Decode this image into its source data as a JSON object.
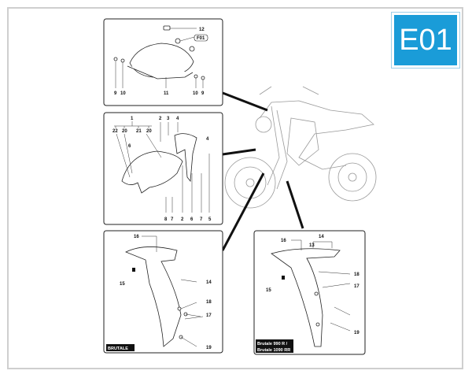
{
  "badge": {
    "code": "E01",
    "color": "#1a9cd8"
  },
  "panels": {
    "seat_cowl": {
      "labels": {
        "l12": "12",
        "f01": "F01",
        "l9a": "9",
        "l10a": "10",
        "l11": "11",
        "l10b": "10",
        "l9b": "9"
      }
    },
    "front_fender": {
      "labels": {
        "l1": "1",
        "l22": "22",
        "l20a": "20",
        "l21": "21",
        "l20b": "20",
        "l2a": "2",
        "l3": "3",
        "l4a": "4",
        "l4b": "4",
        "l6a": "6",
        "l8": "8",
        "l7a": "7",
        "l2b": "2",
        "l6b": "6",
        "l7b": "7",
        "l5": "5"
      }
    },
    "side_panel_brutale": {
      "caption": "BRUTALE",
      "labels": {
        "l16": "16",
        "l15": "15",
        "l14": "14",
        "l18": "18",
        "l17": "17",
        "l19": "19"
      }
    },
    "side_panel_rr": {
      "caption_line1": "Brutale 990 R /",
      "caption_line2": "Brutale 1090 RR",
      "labels": {
        "l16": "16",
        "l14": "14",
        "l13": "13",
        "l15": "15",
        "l18": "18",
        "l17": "17",
        "l19": "19"
      }
    }
  }
}
